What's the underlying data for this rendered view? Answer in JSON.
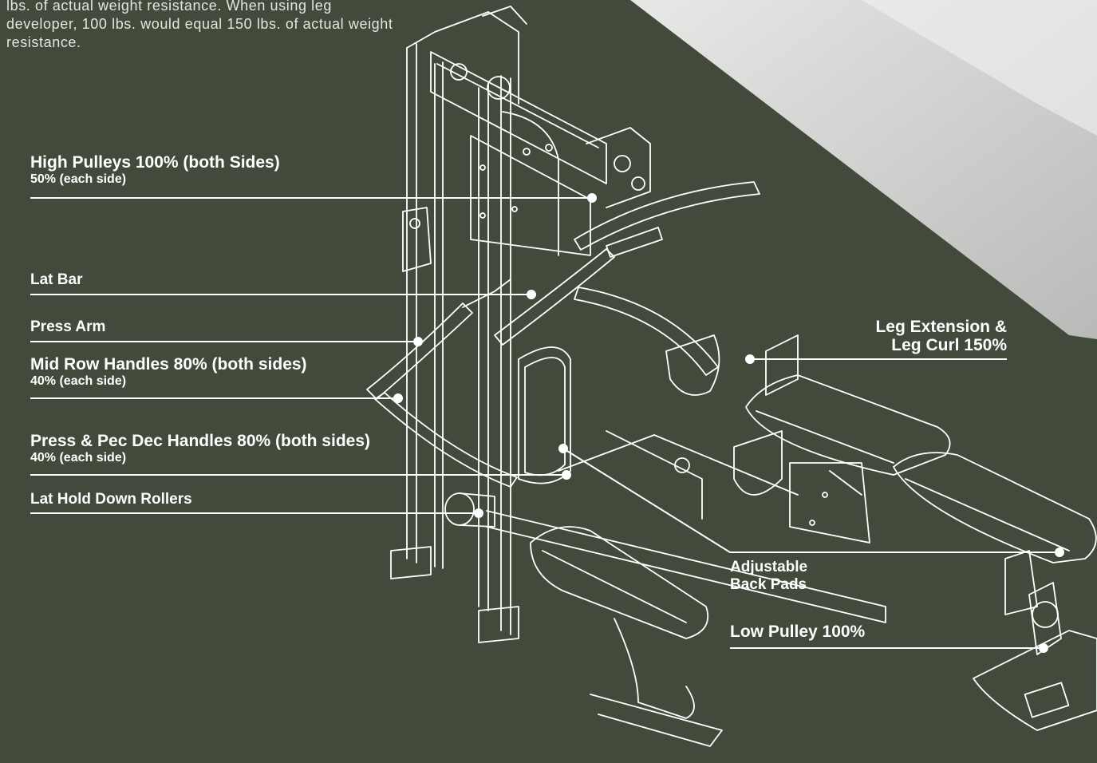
{
  "intro_text": "lbs. of actual weight resistance. When using leg developer, 100 lbs. would equal 150 lbs. of actual weight resistance.",
  "callouts": {
    "high_pulleys": {
      "main": "High Pulleys 100% (both Sides)",
      "sub": "50% (each side)"
    },
    "lat_bar": {
      "main": "Lat Bar"
    },
    "press_arm": {
      "main": "Press Arm"
    },
    "mid_row": {
      "main": "Mid Row Handles 80% (both sides)",
      "sub": "40% (each side)"
    },
    "press_pec": {
      "main": "Press & Pec Dec Handles 80% (both sides)",
      "sub": "40% (each side)"
    },
    "lat_hold": {
      "main": "Lat Hold Down Rollers"
    },
    "leg_ext": {
      "line1": "Leg Extension &",
      "line2": "Leg Curl 150%"
    },
    "adjustable": {
      "line1": "Adjustable",
      "line2": "Back Pads"
    },
    "low_pulley": {
      "main": "Low Pulley 100%"
    }
  },
  "colors": {
    "background": "#424a3b",
    "panel": "#c9cac8",
    "text": "#ffffff",
    "line": "#ffffff"
  }
}
